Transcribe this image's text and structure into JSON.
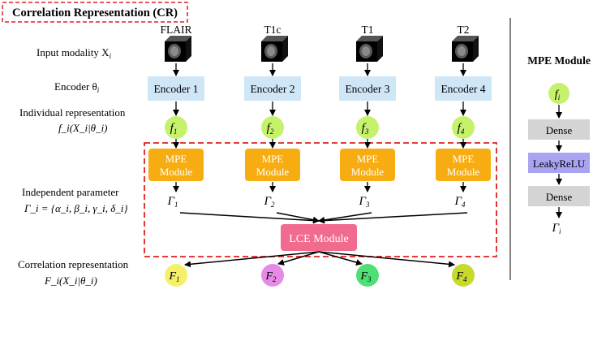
{
  "title": "Correlation Representation (CR)",
  "row_labels": {
    "input": "Input modality X",
    "input_sub": "i",
    "encoder": "Encoder θ",
    "encoder_sub": "i",
    "individual_line1": "Individual representation",
    "individual_line2": "f_i(X_i|θ_i)",
    "independent_line1": "Independent parameter",
    "independent_line2": "Γ_i = {α_i, β_i, γ_i, δ_i}",
    "correlation_line1": "Correlation representation",
    "correlation_line2": "F_i(X_i|θ_i)"
  },
  "modalities": [
    {
      "name": "FLAIR",
      "encoder": "Encoder 1",
      "f": "f",
      "sub": "1",
      "mpe_line1": "MPE",
      "mpe_line2": "Module",
      "gamma": "Γ",
      "F": "F",
      "F_color": "#f5f06a"
    },
    {
      "name": "T1c",
      "encoder": "Encoder 2",
      "f": "f",
      "sub": "2",
      "mpe_line1": "MPE",
      "mpe_line2": "Module",
      "gamma": "Γ",
      "F": "F",
      "F_color": "#e58ae6"
    },
    {
      "name": "T1",
      "encoder": "Encoder 3",
      "f": "f",
      "sub": "3",
      "mpe_line1": "MPE",
      "mpe_line2": "Module",
      "gamma": "Γ",
      "F": "F",
      "F_color": "#4fe075"
    },
    {
      "name": "T2",
      "encoder": "Encoder 4",
      "f": "f",
      "sub": "4",
      "mpe_line1": "MPE",
      "mpe_line2": "Module",
      "gamma": "Γ",
      "F": "F",
      "F_color": "#c7d92a"
    }
  ],
  "lce": "LCE Module",
  "mpe_panel": {
    "title": "MPE Module",
    "input": "f",
    "input_sub": "i",
    "layers": [
      "Dense",
      "LeakyReLU",
      "Dense"
    ],
    "output": "Γ",
    "output_sub": "i"
  },
  "colors": {
    "encoder": "#cfe6f7",
    "f_circle": "#c6f26b",
    "mpe": "#f7ad12",
    "lce": "#f06b8e",
    "dense": "#d4d4d4",
    "leaky": "#a9a4f2",
    "dashed_red": "#e02020"
  }
}
